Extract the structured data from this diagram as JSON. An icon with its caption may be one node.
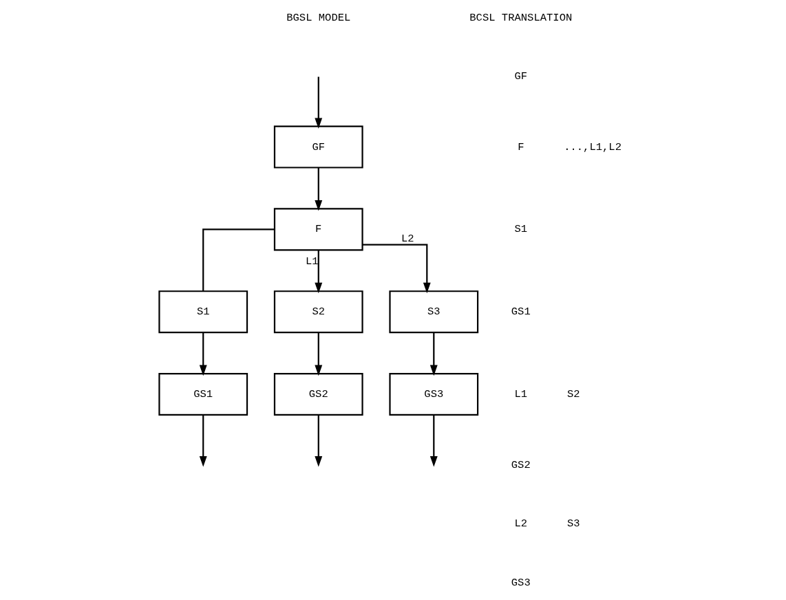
{
  "diagram": {
    "nodes": [
      {
        "text": [
          "GF"
        ]
      },
      {
        "text": [
          "F"
        ]
      },
      {
        "text": [
          "S1"
        ]
      },
      {
        "text": [
          "S2"
        ]
      },
      {
        "text": [
          "S3"
        ]
      },
      {
        "text": [
          "GS1"
        ]
      },
      {
        "text": [
          "GS2"
        ]
      },
      {
        "text": [
          "GS3"
        ]
      }
    ],
    "edges": [
      {
        "from": null,
        "to": 0,
        "arrow": "to"
      },
      {
        "from": 0,
        "to": 1,
        "arrow": "to"
      },
      {
        "from": 1,
        "to": 2,
        "arrow": "none"
      },
      {
        "from": 1,
        "to": 3,
        "arrow": "to",
        "label": "L1"
      },
      {
        "from": 1,
        "to": 4,
        "arrow": "to",
        "label": "L2"
      },
      {
        "from": 2,
        "to": 5,
        "arrow": "to"
      },
      {
        "from": 3,
        "to": 6,
        "arrow": "to"
      },
      {
        "from": 4,
        "to": 7,
        "arrow": "to"
      },
      {
        "from": 5,
        "to": null,
        "arrow": "to"
      },
      {
        "from": 6,
        "to": null,
        "arrow": "to"
      },
      {
        "from": 7,
        "to": null,
        "arrow": "to"
      }
    ],
    "labels": [
      "BGSL MODEL",
      "BCSL TRANSLATION",
      "GF",
      "F",
      "...,L1,L2",
      "S1",
      "GS1",
      "L1",
      "S2",
      "GS2",
      "L2",
      "S3",
      "GS3"
    ]
  }
}
